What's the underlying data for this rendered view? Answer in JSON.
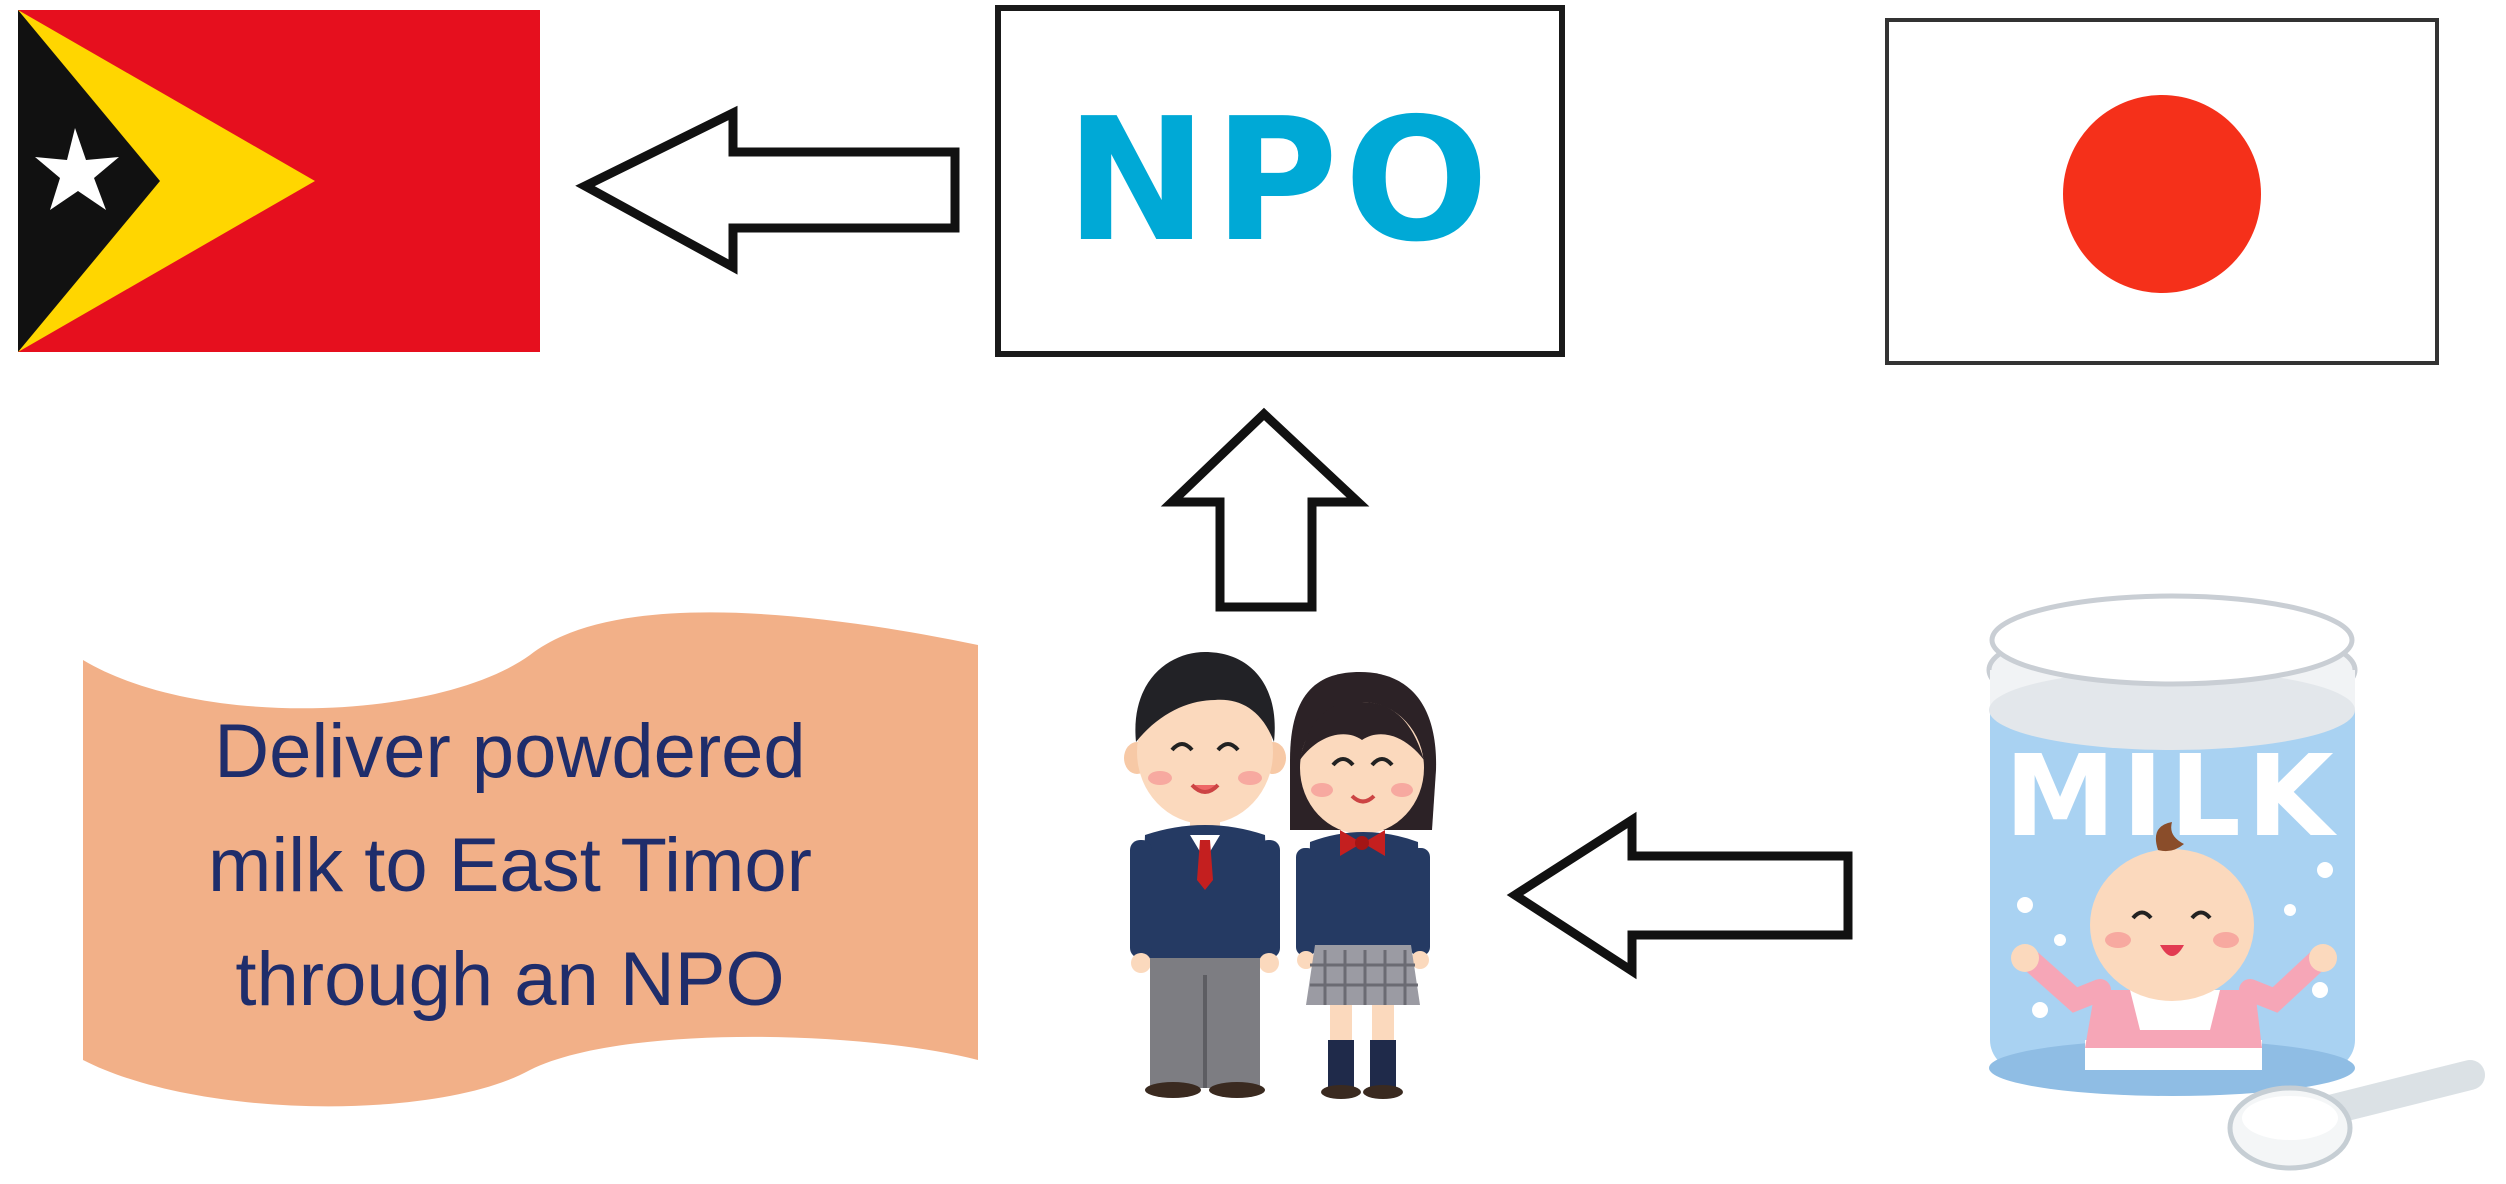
{
  "npo": {
    "label": "NPO"
  },
  "banner": {
    "lines": [
      "Deliver powdered",
      "milk to East Timor",
      "through an NPO"
    ]
  },
  "milk_can": {
    "label": "MILK"
  },
  "colors": {
    "npo_text": "#00a9d6",
    "banner_fill": "#f2b088",
    "banner_text": "#1f2d6b",
    "timor_red": "#e60f1e",
    "timor_yellow": "#ffd600",
    "japan_red": "#f5301a",
    "outline": "#111111",
    "milk_blue": "#a9d2f2"
  },
  "icons": {
    "east_timor_flag": "east-timor-flag-icon",
    "japan_flag": "japan-flag-icon",
    "students": "students-icon",
    "milk_can": "milk-can-icon",
    "scoop": "scoop-icon"
  }
}
